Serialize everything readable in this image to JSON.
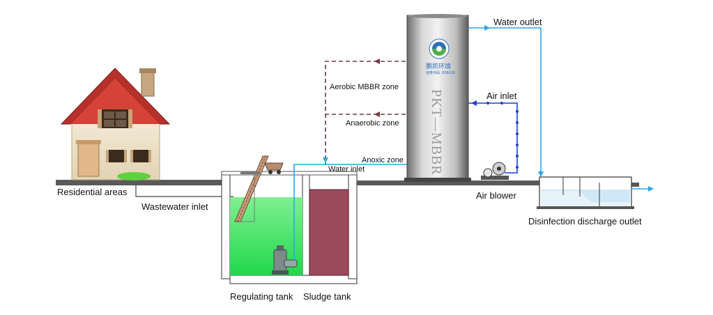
{
  "labels": {
    "residential": "Residential areas",
    "wastewater_inlet": "Wastewater inlet",
    "regulating_tank": "Regulating tank",
    "sludge_tank": "Sludge tank",
    "water_inlet": "Water inlet",
    "anoxic_zone": "Anoxic zone",
    "anaerobic_zone": "Anaerobic zone",
    "aerobic_zone": "Aerobic MBBR zone",
    "water_outlet": "Water outlet",
    "air_inlet": "Air inlet",
    "air_blower": "Air blower",
    "disinfection": "Disinfection discharge outlet"
  },
  "tower": {
    "name": "PKT—MBBR",
    "logo_text": "鹏凯环境",
    "logo_sub": "证券代码: 836026"
  },
  "colors": {
    "water_pipe": "#2aa7e0",
    "air_pipe": "#1c3fd6",
    "return_line": "#6b3a3a",
    "regulating_water": "#2ee35a",
    "sludge": "#9b4a5c",
    "roof": "#b7312a",
    "ground": "#555555"
  }
}
